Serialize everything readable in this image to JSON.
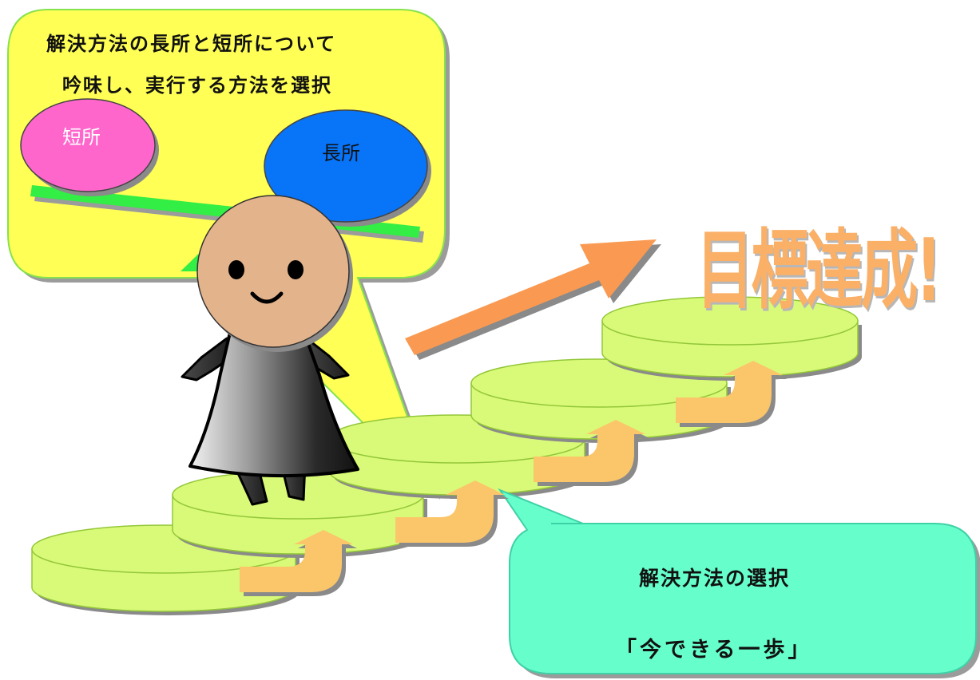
{
  "top_callout": {
    "line1": "解決方法の長所と短所について",
    "line2": "吟味し、実行する方法を選択",
    "short_label": "短所",
    "long_label": "長所"
  },
  "goal": {
    "text": "目標達成!"
  },
  "bottom_callout": {
    "line1": "解決方法の選択",
    "line2": "「今できる一歩」"
  },
  "colors": {
    "top_callout_fill": "#ffff55",
    "top_callout_border": "#86e24c",
    "bottom_callout_fill": "#66ffcc",
    "bottom_callout_border": "#3fd1a6",
    "disk_fill": "#d9fa78",
    "disk_border": "#93c739",
    "step_arrow": "#fbc66a",
    "big_arrow": "#fa9a52",
    "goal_text": "#fbb067",
    "short_ball": "#ff66cc",
    "long_ball": "#0874f8",
    "seesaw_bar": "#33ee44",
    "face": "#e3b38c"
  },
  "icons": {
    "character": "person-icon",
    "step_arrows": "curved-up-arrow-icon",
    "goal_arrow": "arrow-icon"
  }
}
